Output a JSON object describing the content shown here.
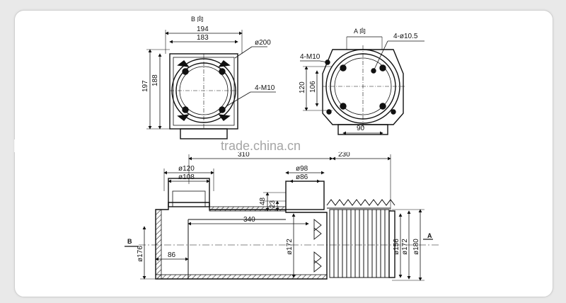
{
  "views": {
    "b_view": {
      "label": "B 向"
    },
    "a_view": {
      "label": "A 向"
    }
  },
  "dimensions": {
    "d194": "194",
    "d183": "183",
    "d200": "ø200",
    "d197": "197",
    "d188": "188",
    "m10_b": "4-M10",
    "a10_5": "4-ø10.5",
    "m10_a": "4-M10",
    "d120a": "120",
    "d106": "106",
    "d90": "90",
    "d310": "310",
    "d230": "230",
    "d120": "ø120",
    "d108": "ø108",
    "d98": "ø98",
    "d86t": "ø86",
    "d48": "48",
    "d23": "23",
    "d340": "340",
    "b_mark": "B",
    "d176": "ø176",
    "d86": "86",
    "d172l": "ø172",
    "d156": "ø156",
    "d172r": "ø172",
    "d180": "ø180",
    "a_mark": "A"
  },
  "watermark": {
    "text": "trade.china.cn"
  }
}
